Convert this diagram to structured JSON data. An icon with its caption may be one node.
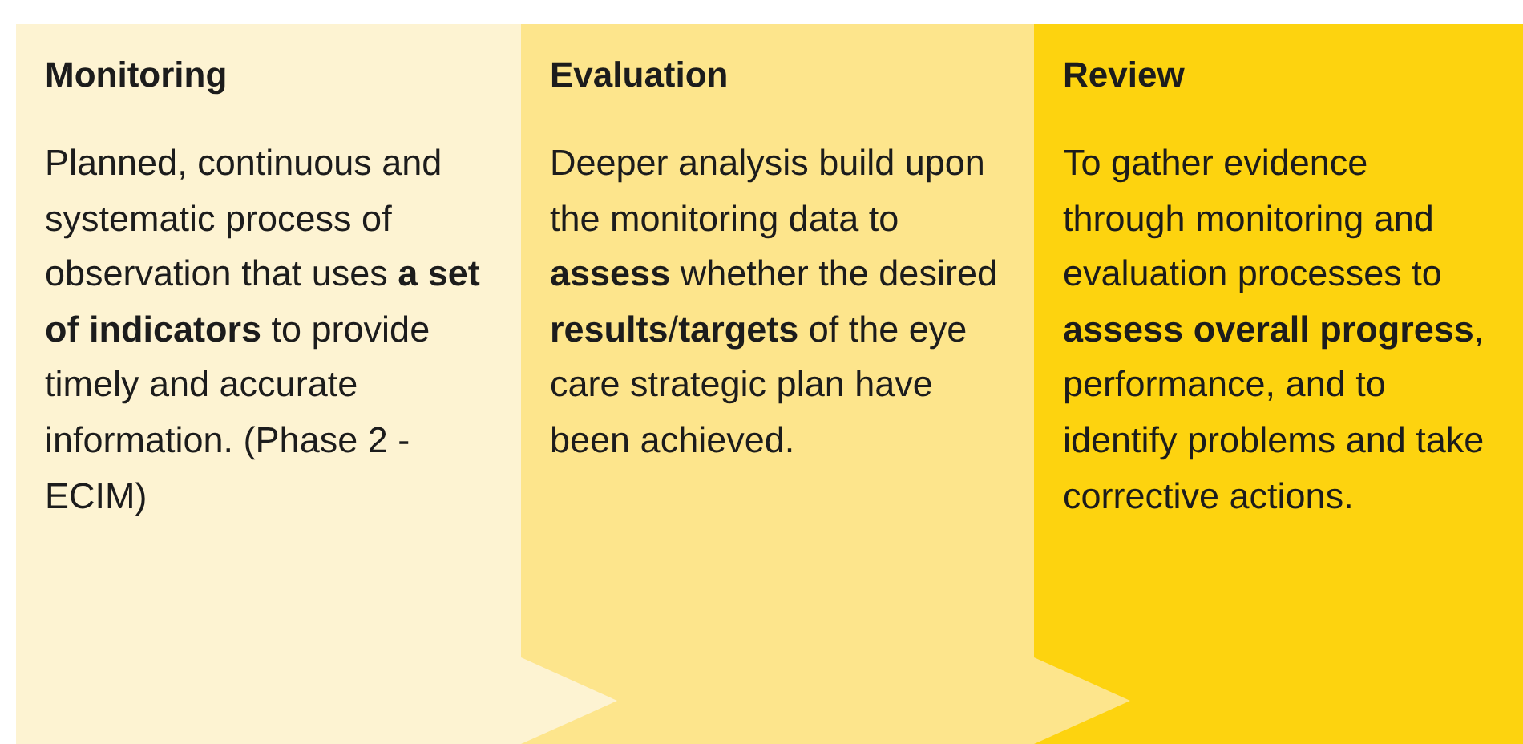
{
  "diagram": {
    "nodes": [
      {
        "text": [
          "Monitoring",
          "Planned, continuous and systematic process of observation that uses **a set of indicators** to provide timely and accurate information. (Phase 2 - ECIM)"
        ]
      },
      {
        "text": [
          "Evaluation",
          "Deeper analysis build upon the monitoring data to **assess** whether the desired **results**/**targets** of the eye care strategic plan have been achieved."
        ]
      },
      {
        "text": [
          "Review",
          "To gather evidence through monitoring and evaluation processes to **assess overall progress**, performance, and to identify problems and take corrective actions."
        ]
      }
    ]
  }
}
